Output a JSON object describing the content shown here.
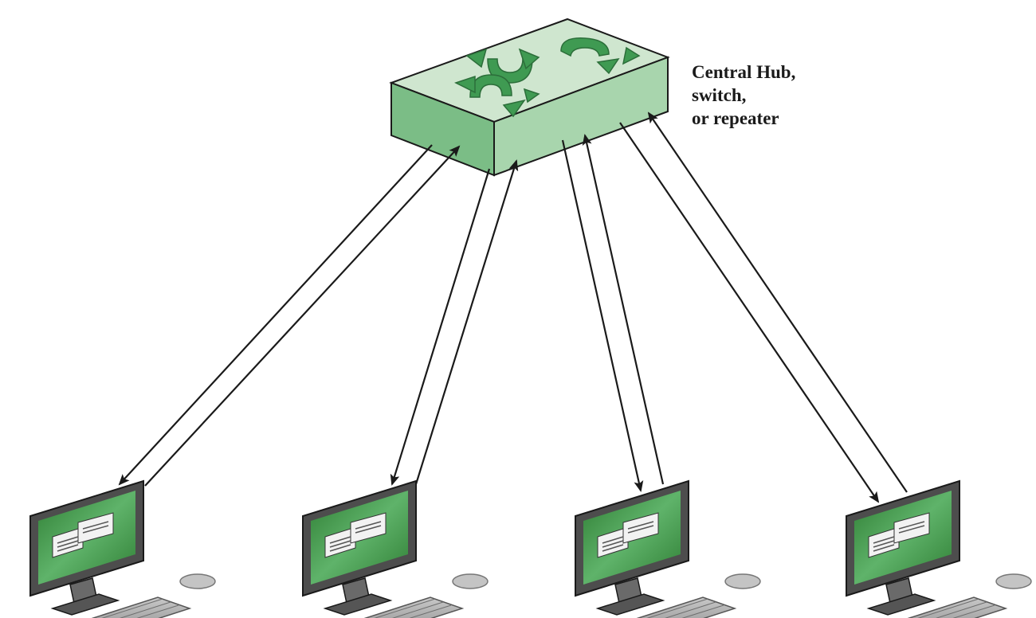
{
  "hub": {
    "label_lines": [
      "Central Hub,",
      "switch,",
      "or repeater"
    ],
    "icon": "circular-arrows-icon"
  },
  "stations": [
    {
      "icon": "computer-icon"
    },
    {
      "icon": "computer-icon"
    },
    {
      "icon": "computer-icon"
    },
    {
      "icon": "computer-icon"
    }
  ],
  "links": [
    {
      "direction": "hub-to-station"
    },
    {
      "direction": "station-to-hub"
    }
  ],
  "colors": {
    "hub_top": "#cfe6cf",
    "hub_front": "#a8d5ad",
    "hub_left": "#7bbd86",
    "arrow_green": "#3f9a52",
    "screen_green": "#3d8f3f",
    "monitor_frame": "#4d4d4d",
    "outline": "#1a1a1a",
    "keyboard": "#9a9a9a"
  }
}
